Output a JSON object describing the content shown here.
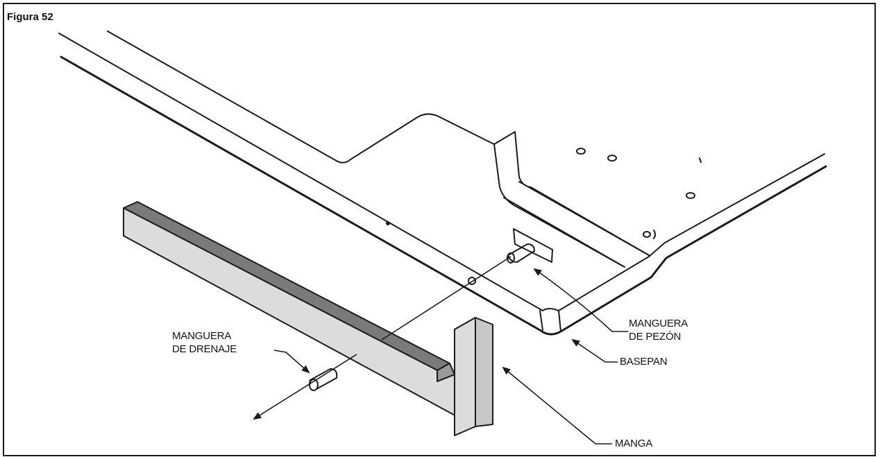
{
  "figure": {
    "title": "Figura 52"
  },
  "labels": {
    "nipple_line1": "MANGUERA",
    "nipple_line2": "DE PEZÓN",
    "basepan": "BASEPAN",
    "drain_line1": "MANGUERA",
    "drain_line2": "DE DRENAJE",
    "sleeve": "MANGA"
  },
  "colors": {
    "line": "#1a1a1a",
    "sleeve_light": "#dcdcdc",
    "sleeve_dark": "#7a7a7a"
  }
}
